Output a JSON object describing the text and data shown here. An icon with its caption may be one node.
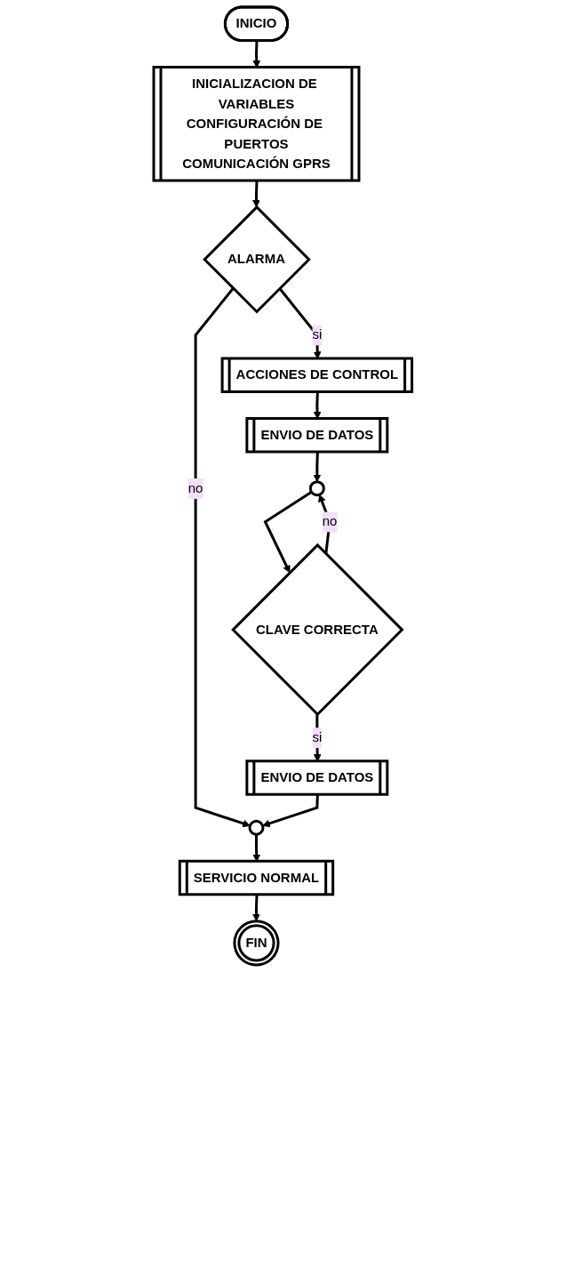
{
  "diagram": {
    "nodes": [
      {
        "text": [
          "INICIO"
        ]
      },
      {
        "text": [
          "INICIALIZACION DE VARIABLES",
          "CONFIGURACIÓN DE PUERTOS",
          "COMUNICACIÓN GPRS"
        ]
      },
      {
        "text": [
          "ALARMA"
        ]
      },
      {
        "text": [
          "ACCIONES DE CONTROL"
        ]
      },
      {
        "text": [
          "ENVIO DE DATOS"
        ]
      },
      {
        "text": [],
        "shape": "circle"
      },
      {
        "text": [
          "CLAVE CORRECTA"
        ]
      },
      {
        "text": [
          "ENVIO DE DATOS"
        ]
      },
      {
        "text": [],
        "shape": "circle"
      },
      {
        "text": [
          "SERVICIO NORMAL"
        ]
      },
      {
        "text": [
          "FIN"
        ]
      }
    ],
    "edges": [
      {
        "from": 0,
        "to": 1,
        "arrow": "to"
      },
      {
        "from": 1,
        "to": 2,
        "arrow": "to"
      },
      {
        "from": 2,
        "to": 3,
        "arrow": "to",
        "label": "si"
      },
      {
        "from": 2,
        "to": 8,
        "arrow": "to",
        "label": "no"
      },
      {
        "from": 3,
        "to": 4,
        "arrow": "to"
      },
      {
        "from": 4,
        "to": 5,
        "arrow": "to"
      },
      {
        "from": 5,
        "to": 6,
        "arrow": "to"
      },
      {
        "from": 6,
        "to": 7,
        "arrow": "to",
        "label": "si"
      },
      {
        "from": 6,
        "to": 5,
        "arrow": "to",
        "label": "no"
      },
      {
        "from": 7,
        "to": 8,
        "arrow": "to"
      },
      {
        "from": 8,
        "to": 9,
        "arrow": "to"
      },
      {
        "from": 9,
        "to": 10,
        "arrow": "to"
      }
    ]
  }
}
